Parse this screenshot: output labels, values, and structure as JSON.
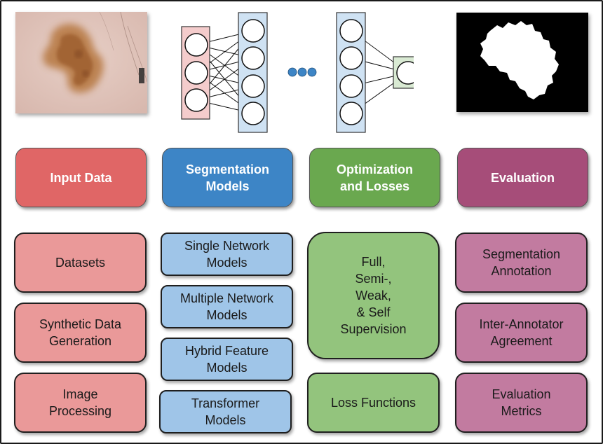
{
  "colors": {
    "input_header": "#e06666",
    "segmentation_header": "#3d85c6",
    "optimization_header": "#6aa84f",
    "evaluation_header": "#a64d79",
    "input_item": "#ea9999",
    "segmentation_item": "#9fc5e8",
    "optimization_item": "#93c47d",
    "evaluation_item": "#c27ba0",
    "network_input_layer": "#f4cccc",
    "network_hidden_layer": "#cfe2f3",
    "network_output_layer": "#d9ead3",
    "ellipsis_dots": "#3d85c6"
  },
  "illustrations": {
    "left": "dermoscopy-lesion-image",
    "right": "binary-segmentation-mask"
  },
  "columns": [
    {
      "header": "Input Data",
      "items": [
        "Datasets",
        "Synthetic Data\nGeneration",
        "Image\nProcessing"
      ]
    },
    {
      "header": "Segmentation\nModels",
      "items": [
        "Single Network\nModels",
        "Multiple Network\nModels",
        "Hybrid Feature\nModels",
        "Transformer\nModels"
      ]
    },
    {
      "header": "Optimization\nand Losses",
      "items": [
        "Full,\nSemi-,\nWeak,\n& Self\nSupervision",
        "Loss Functions"
      ]
    },
    {
      "header": "Evaluation",
      "items": [
        "Segmentation\nAnnotation",
        "Inter-Annotator\nAgreement",
        "Evaluation\nMetrics"
      ]
    }
  ]
}
